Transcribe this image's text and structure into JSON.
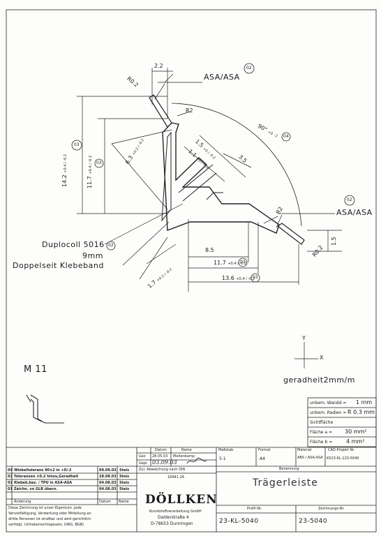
{
  "drawing": {
    "dims": {
      "d_2_2": "2.2",
      "r02_top": "R0.2",
      "asa_top": "ASA/ASA",
      "c02_top": "02",
      "r2_inner": "R2",
      "angle": "90°",
      "angle_tol_top": "+0",
      "angle_tol_bot": "-2",
      "c04": "04",
      "d14_2": "14.2",
      "d14_2_tol": "+0.4 / -0.2",
      "d11_7_side": "11.7",
      "d11_7_side_tol": "+0.4 / -0.2",
      "c03_left": "03",
      "c03_mid": "03",
      "d6_3": "6.3",
      "d6_3_tol": "+0.2 / -0.2",
      "d1_5": "1.5",
      "d1_5_tol": "+0 / -0.2",
      "d1_1": "1.1",
      "d1_1_tol": "+0 / -0.2",
      "d3_5": "3.5",
      "r2_right": "R2",
      "asa_right": "ASA/ASA",
      "c02_right": "02",
      "d1_5_right": "1.5",
      "r02_right": "R0.2",
      "d8_5": "8.5",
      "d11_7_bottom": "11.7",
      "d11_7_bottom_tol": "+0.4 / -0.2",
      "c03_b1": "03",
      "d13_6": "13.6",
      "d13_6_tol": "+0.4 / -0.2",
      "c03_b2": "03",
      "d1_7": "1.7",
      "d1_7_tol": "+0.2 / -0.2",
      "duplocoll": "Duplocoll 5016",
      "c02_dup": "02",
      "mm9": "9mm",
      "doppelseit": "Doppelseit Klebeband",
      "axis_y": "Y",
      "axis_x": "X",
      "straightness": "geradheit2mm/m",
      "m11": "M 11"
    },
    "props": {
      "rows": [
        {
          "label": "unbem. Wandd.=",
          "value": "1 mm"
        },
        {
          "label": "unbem. Radien =",
          "value": "R 0.3 mm"
        },
        {
          "label": "Sichtfläche",
          "value": ""
        },
        {
          "label": "Fläche a =",
          "value": "30 mm²"
        },
        {
          "label": "Fläche b =",
          "value": "4 mm²"
        }
      ]
    },
    "title_block": {
      "datum_h": "Datum",
      "name_h": "Name",
      "gez": "Gez",
      "gez_date": "28.05.03",
      "gez_name": "Meltenkamp",
      "gepr": "Gepr",
      "gepr_date": "03.09.03",
      "massstab_h": "Maßstab",
      "massstab": "5:1",
      "format_h": "Format",
      "format": "A4",
      "material_h": "Material",
      "material": "ABS / ASA-ASA",
      "cad_h": "CAD-Projekt Nr.",
      "cad": "K523-KL-123-5040",
      "zul": "Zul. Abweichung nach DIN",
      "din": "16941 2A",
      "benennung_h": "Benennung",
      "title": "Trägerleiste",
      "revisions": [
        {
          "idx": "04",
          "text": "Winkeltoleranz 90±2 in +0/-2",
          "date": "09.09.03",
          "name": "Steis"
        },
        {
          "idx": "03",
          "text": "Toleranzen ±0.2 hinzu,Geradheit",
          "date": "28.08.03",
          "name": "Steis"
        },
        {
          "idx": "02",
          "text": "Klebeb.bez. / TPU in ASA-ASA",
          "date": "04.08.03",
          "name": "Steis"
        },
        {
          "idx": "01",
          "text": "Zeichn. vo GLB übern.",
          "date": "04.08.03",
          "name": "Steis"
        }
      ],
      "aenderung_h": "Änderung",
      "datum_h2": "Datum",
      "name_h2": "Name",
      "notice_1": "Diese Zeichnung ist unser Eigentum. Jede",
      "notice_2": "Vervielfältigung, Verwertung oder Mitteilung an",
      "notice_3": "dritte Personen ist strafbar und wird gerichtlich",
      "notice_4": "verfolgt. (Urheberrechtsgesetz, UWG, BGB)",
      "logo": "DÖLLKEN",
      "company": "Kunststoffverarbeitung GmbH",
      "street": "Dalderstraße 4",
      "city": "D-78653 Dunningen",
      "profil_h": "Profil-Nr.",
      "profil": "23-KL-5040",
      "zeichnung_h": "Zeichnungs-Nr.",
      "zeichnung": "23-5040"
    }
  }
}
